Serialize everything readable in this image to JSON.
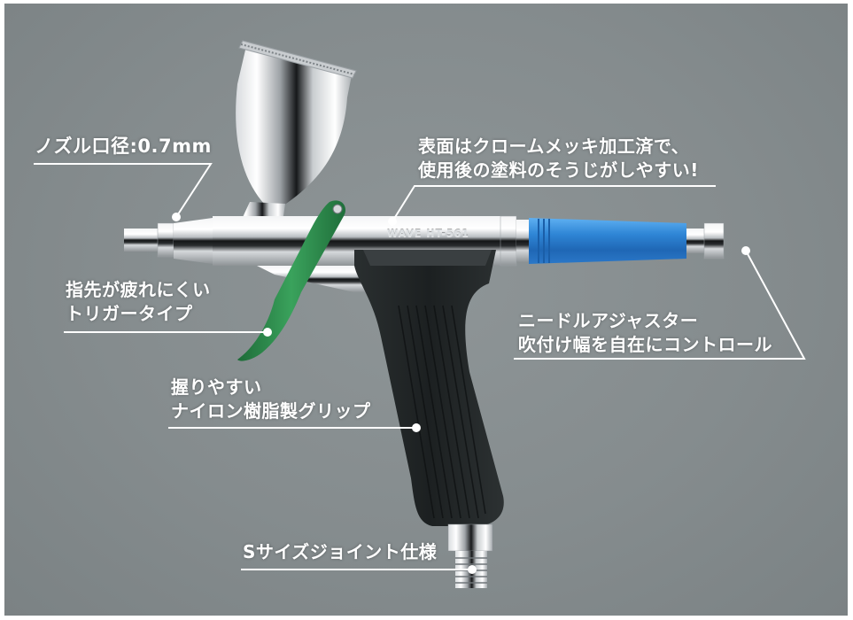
{
  "product": {
    "name": "airbrush",
    "engraving": "WAVE HT-561",
    "colors": {
      "background": "#878e90",
      "chrome": "#e6e8ea",
      "adjuster_blue": "#2a7fd0",
      "trigger_green": "#2f8f4e",
      "grip_black": "#1f2324",
      "callout_line": "#ffffff"
    }
  },
  "callouts": [
    {
      "id": "nozzle",
      "lines": [
        "ノズル口径:0.7mm"
      ]
    },
    {
      "id": "surface",
      "lines": [
        "表面はクロームメッキ加工済で、",
        "使用後の塗料のそうじがしやすい!"
      ]
    },
    {
      "id": "trigger",
      "lines": [
        "指先が疲れにくい",
        "トリガータイプ"
      ]
    },
    {
      "id": "needle_adjuster",
      "lines": [
        "ニードルアジャスター",
        "吹付け幅を自在にコントロール"
      ]
    },
    {
      "id": "grip",
      "lines": [
        "握りやすい",
        "ナイロン樹脂製グリップ"
      ]
    },
    {
      "id": "joint",
      "lines": [
        "Sサイズジョイント仕様"
      ]
    }
  ]
}
